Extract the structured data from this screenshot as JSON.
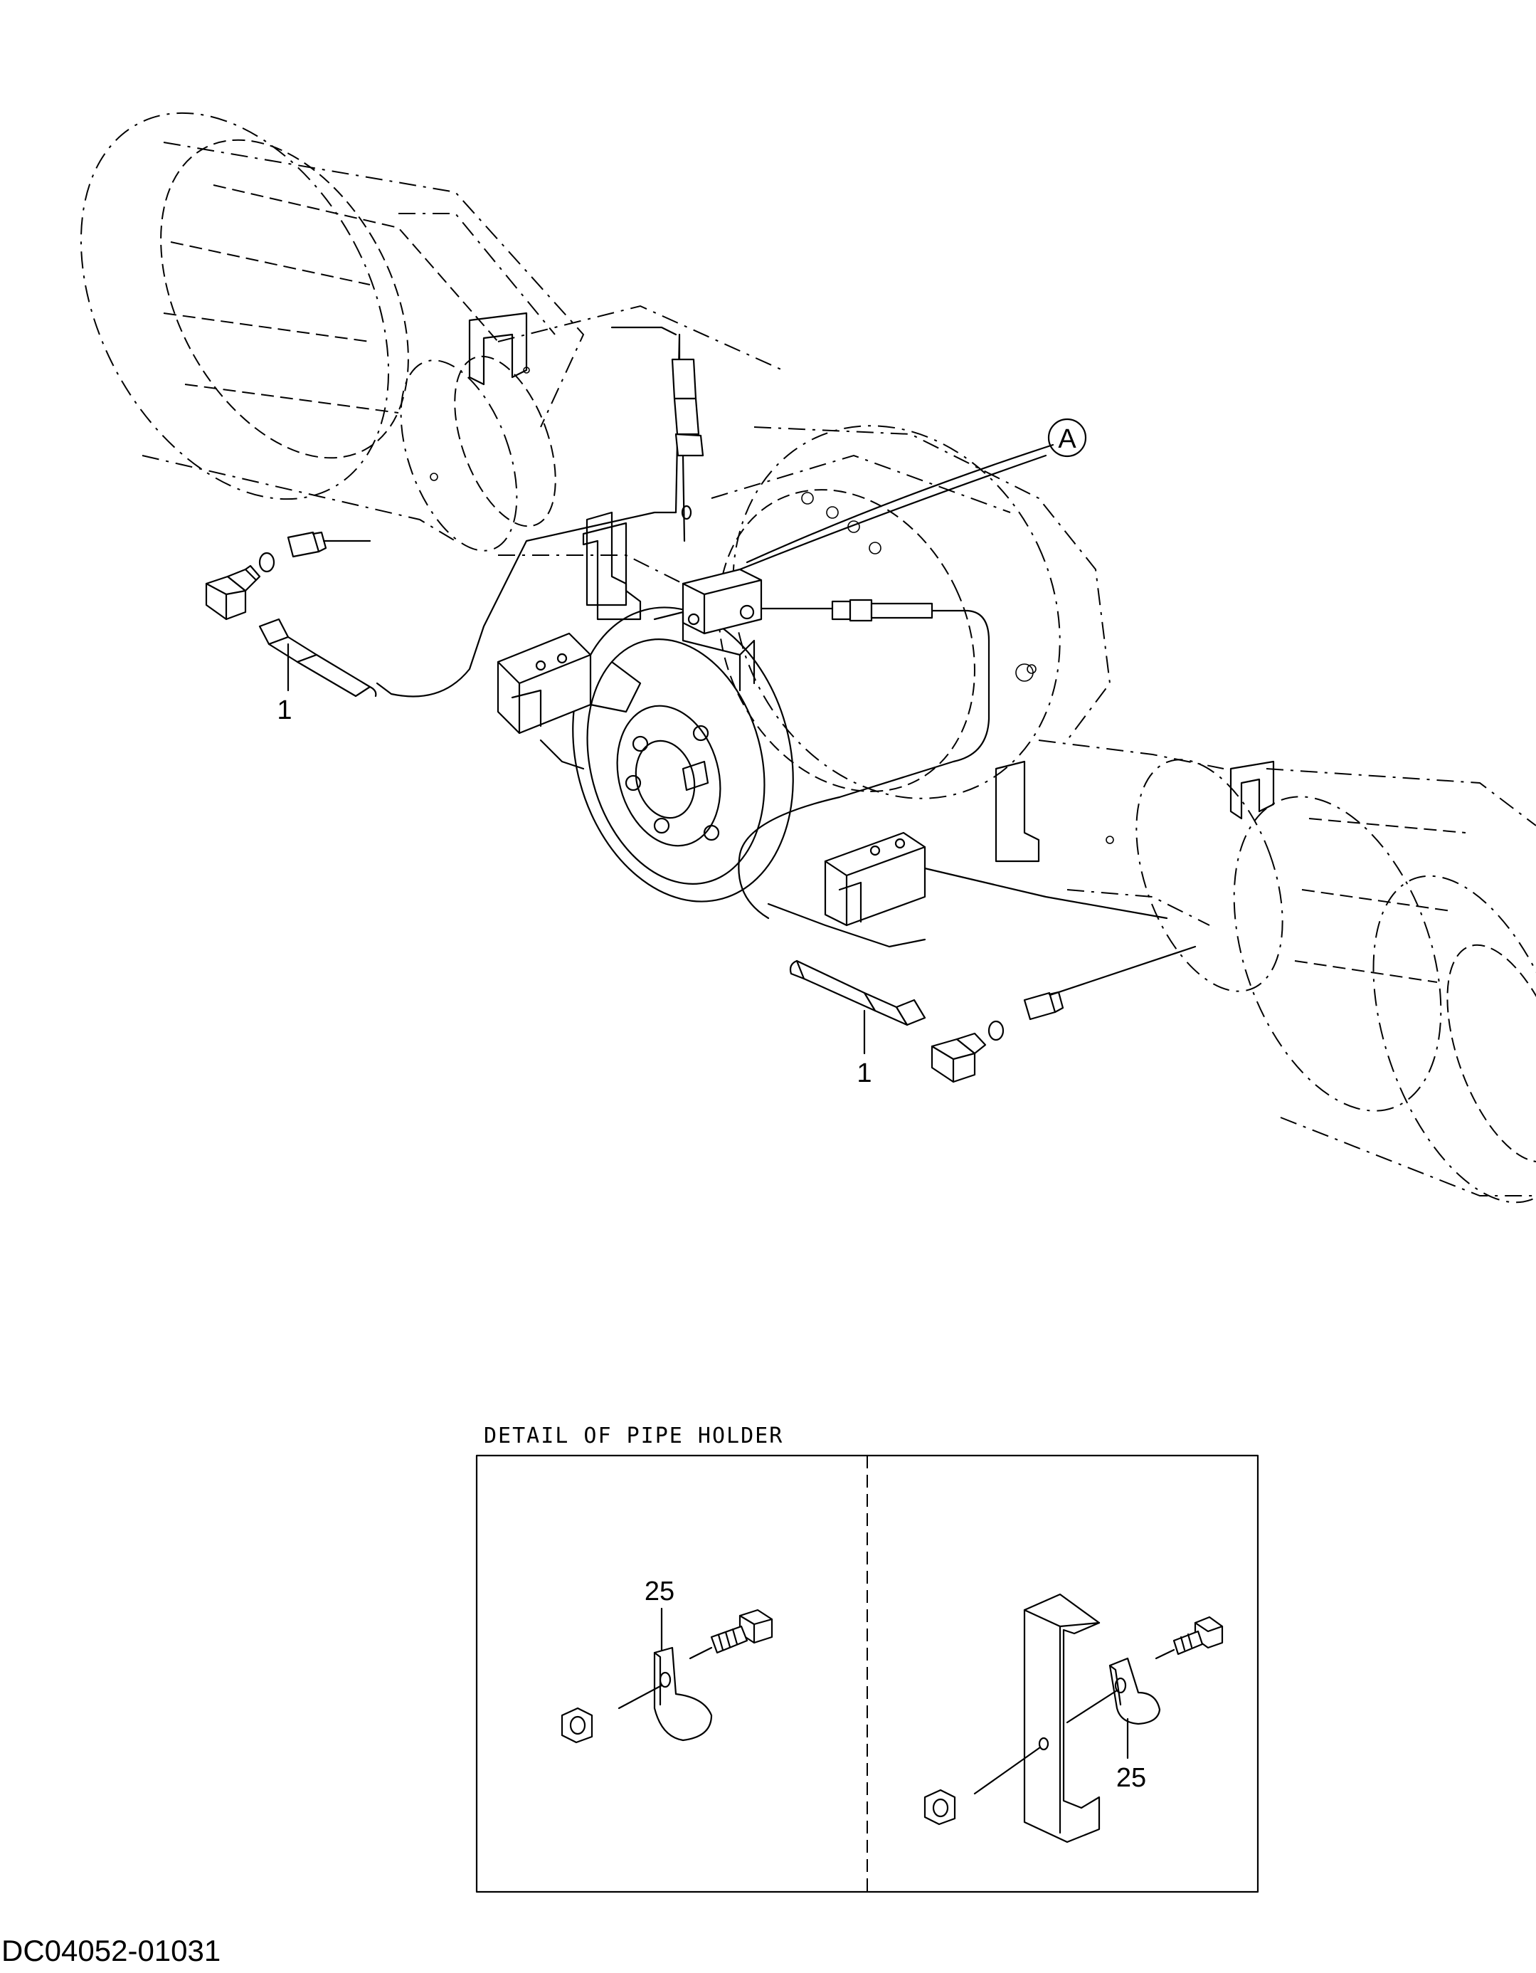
{
  "main_view": {
    "callout_a": "A",
    "part_labels": [
      {
        "id": "part-1-left",
        "text": "1"
      },
      {
        "id": "part-1-right",
        "text": "1"
      }
    ]
  },
  "detail": {
    "title": "DETAIL OF PIPE HOLDER",
    "left_label": "25",
    "right_label": "25"
  },
  "drawing_code": "DC04052-01031",
  "colors": {
    "line": "#000000",
    "background": "#ffffff"
  }
}
